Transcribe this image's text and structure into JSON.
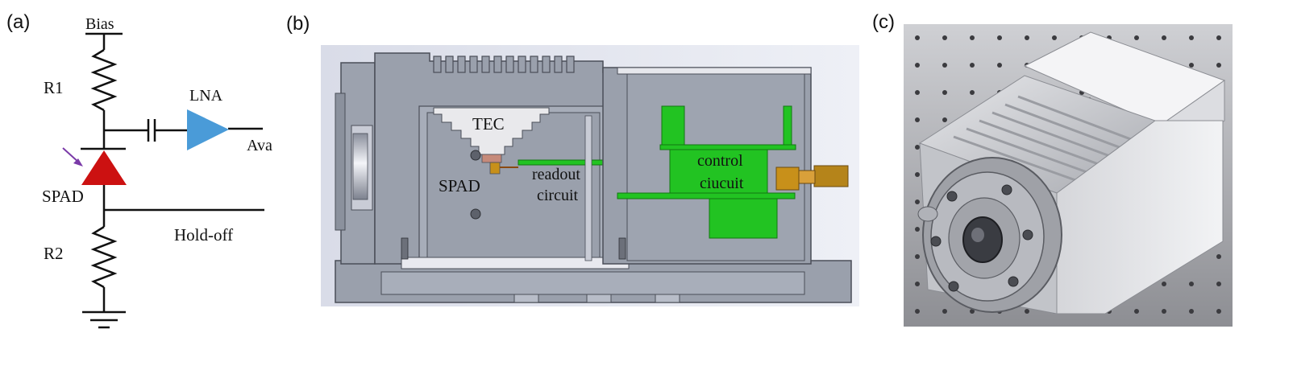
{
  "panels": {
    "a": "(a)",
    "b": "(b)",
    "c": "(c)"
  },
  "circuit": {
    "bias": "Bias",
    "r1": "R1",
    "lna": "LNA",
    "ava": "Ava",
    "spad": "SPAD",
    "holdoff": "Hold-off",
    "r2": "R2"
  },
  "cross_section": {
    "tec": "TEC",
    "spad": "SPAD",
    "readout_line1": "readout",
    "readout_line2": "circuit",
    "control_line1": "control",
    "control_line2": "ciucuit"
  },
  "colors": {
    "amplifier": "#4a9bd8",
    "diode": "#cc1111",
    "photon_arrow": "#7a3aa8",
    "pcb_green": "#22c322",
    "housing_gray": "#9aa0ac",
    "copper": "#c8901a"
  }
}
